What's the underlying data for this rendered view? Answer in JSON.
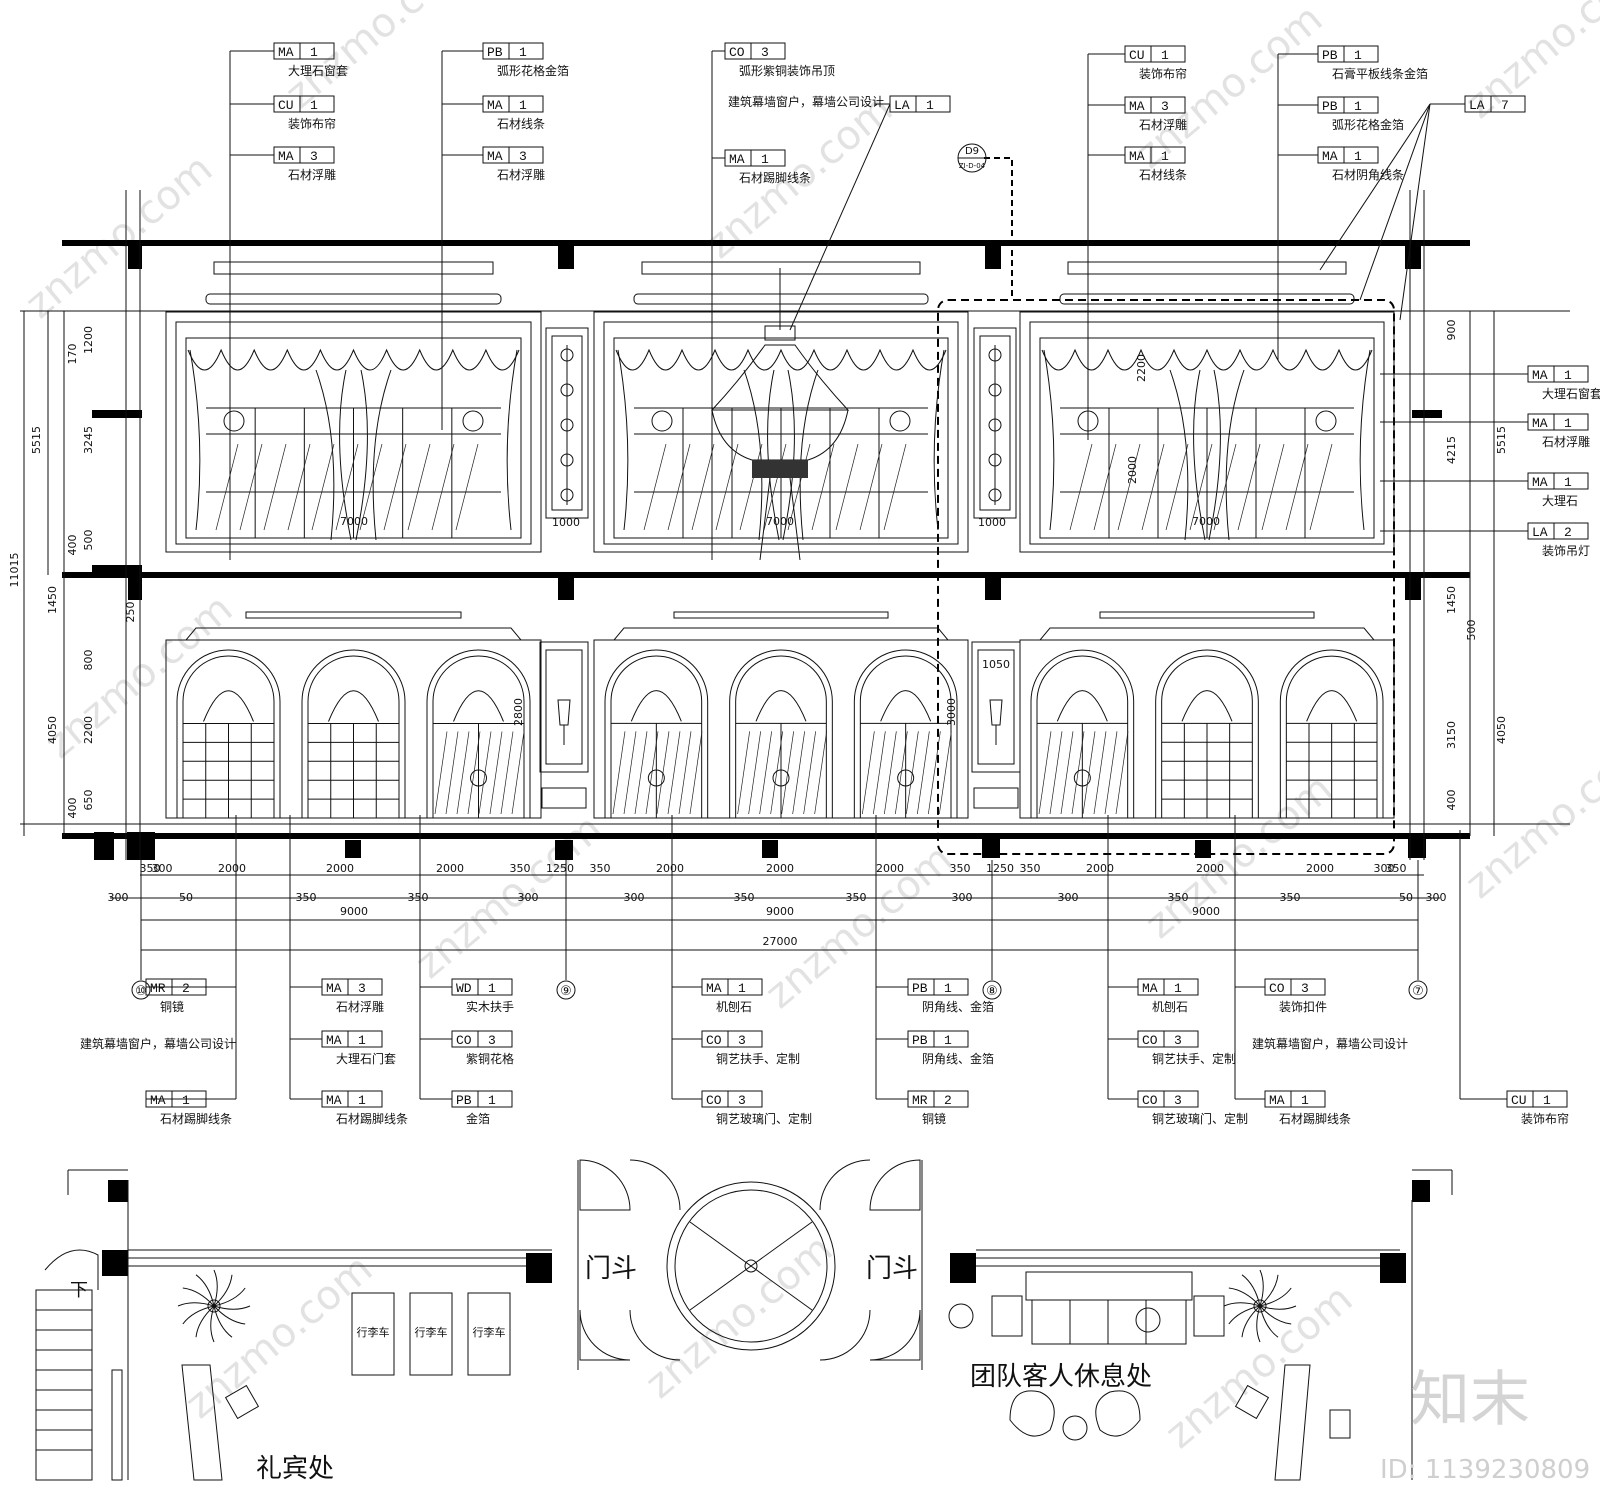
{
  "legend_top": [
    {
      "code": "MA",
      "num": "1",
      "label": "大理石窗套"
    },
    {
      "code": "CU",
      "num": "1",
      "label": "装饰布帘"
    },
    {
      "code": "MA",
      "num": "3",
      "label": "石材浮雕"
    },
    {
      "code": "PB",
      "num": "1",
      "label": "弧形花格金箔"
    },
    {
      "code": "MA",
      "num": "1",
      "label": "石材线条"
    },
    {
      "code": "MA",
      "num": "3",
      "label": "石材浮雕"
    },
    {
      "code": "CO",
      "num": "3",
      "label": "弧形紫铜装饰吊顶"
    },
    {
      "code": "MA",
      "num": "1",
      "label": "石材踢脚线条"
    },
    {
      "code": "LA",
      "num": "1",
      "label": ""
    },
    {
      "code": "CU",
      "num": "1",
      "label": "装饰布帘"
    },
    {
      "code": "MA",
      "num": "3",
      "label": "石材浮雕"
    },
    {
      "code": "MA",
      "num": "1",
      "label": "石材线条"
    },
    {
      "code": "PB",
      "num": "1",
      "label": "石膏平板线条金箔"
    },
    {
      "code": "PB",
      "num": "1",
      "label": "弧形花格金箔"
    },
    {
      "code": "MA",
      "num": "1",
      "label": "石材阴角线条"
    },
    {
      "code": "LA",
      "num": "7",
      "label": ""
    }
  ],
  "note_top": "建筑幕墙窗户，幕墙公司设计",
  "legend_right": [
    {
      "code": "MA",
      "num": "1",
      "label": "大理石窗套"
    },
    {
      "code": "MA",
      "num": "1",
      "label": "石材浮雕"
    },
    {
      "code": "MA",
      "num": "1",
      "label": "大理石"
    },
    {
      "code": "LA",
      "num": "2",
      "label": "装饰吊灯"
    }
  ],
  "legend_bottom": [
    {
      "code": "MR",
      "num": "2",
      "label": "铜镜"
    },
    {
      "code": "MA",
      "num": "1",
      "label": "石材踢脚线条"
    },
    {
      "code": "MA",
      "num": "3",
      "label": "石材浮雕"
    },
    {
      "code": "MA",
      "num": "1",
      "label": "大理石门套"
    },
    {
      "code": "MA",
      "num": "1",
      "label": "石材踢脚线条"
    },
    {
      "code": "WD",
      "num": "1",
      "label": "实木扶手"
    },
    {
      "code": "CO",
      "num": "3",
      "label": "紫铜花格"
    },
    {
      "code": "PB",
      "num": "1",
      "label": "金箔"
    },
    {
      "code": "MA",
      "num": "1",
      "label": "机刨石"
    },
    {
      "code": "CO",
      "num": "3",
      "label": "铜艺扶手、定制"
    },
    {
      "code": "CO",
      "num": "3",
      "label": "铜艺玻璃门、定制"
    },
    {
      "code": "PB",
      "num": "1",
      "label": "阴角线、金箔"
    },
    {
      "code": "PB",
      "num": "1",
      "label": "阴角线、金箔"
    },
    {
      "code": "MR",
      "num": "2",
      "label": "铜镜"
    },
    {
      "code": "MA",
      "num": "1",
      "label": "机刨石"
    },
    {
      "code": "CO",
      "num": "3",
      "label": "铜艺扶手、定制"
    },
    {
      "code": "CO",
      "num": "3",
      "label": "铜艺玻璃门、定制"
    },
    {
      "code": "CO",
      "num": "3",
      "label": "装饰扣件"
    },
    {
      "code": "MA",
      "num": "1",
      "label": "石材踢脚线条"
    },
    {
      "code": "CU",
      "num": "1",
      "label": "装饰布帘"
    }
  ],
  "note_bottom": "建筑幕墙窗户，幕墙公司设计",
  "detail_tag": {
    "top": "D9",
    "bottom": "ZI-D-04"
  },
  "grid_axes": [
    "⑩",
    "⑨",
    "⑧",
    "⑦"
  ],
  "dims_bottom_row1": [
    "350",
    "300",
    "2000",
    "2000",
    "2000",
    "350",
    "1250",
    "350",
    "2000",
    "2000",
    "2000",
    "350",
    "1250",
    "350",
    "2000",
    "2000",
    "2000",
    "300",
    "350"
  ],
  "dims_bottom_row2": [
    "300",
    "50",
    "350",
    "350",
    "300",
    "300",
    "350",
    "350",
    "300",
    "300",
    "350",
    "350",
    "50",
    "300"
  ],
  "dims_bays": [
    "9000",
    "9000",
    "9000"
  ],
  "dim_total": "27000",
  "dims_left": [
    "1200",
    "170",
    "3245",
    "400",
    "500",
    "1450",
    "250",
    "800",
    "2200",
    "650",
    "400"
  ],
  "dims_left_outer": [
    "5515",
    "11015",
    "4050"
  ],
  "dims_right": [
    "900",
    "4215",
    "1450",
    "500",
    "3150",
    "400"
  ],
  "dims_right_outer": [
    "5515",
    "4050"
  ],
  "dims_inner": [
    "7000",
    "7000",
    "7000",
    "1000",
    "1000",
    "2000",
    "3000",
    "2800",
    "1050",
    "2200"
  ],
  "plan_labels": {
    "stair": "下",
    "vestibule_left": "门斗",
    "vestibule_right": "门斗",
    "cart": "行李车",
    "concierge": "礼宾处",
    "lounge": "团队客人休息处"
  },
  "watermark": {
    "brand": "知末",
    "id": "ID: 1139230809",
    "site": "znzmo.com"
  }
}
